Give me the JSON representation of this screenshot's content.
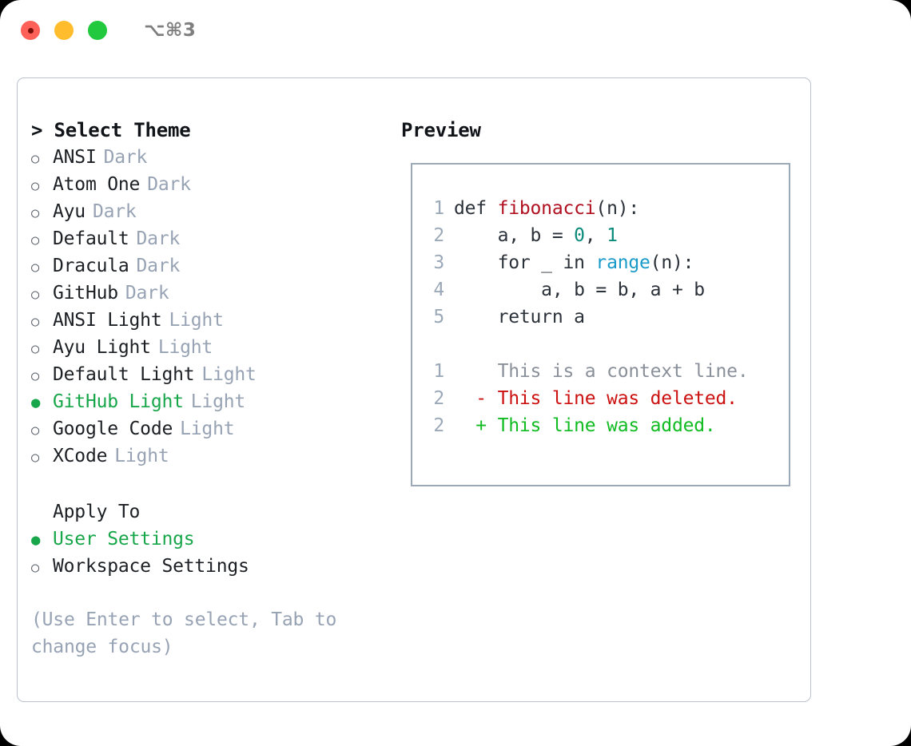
{
  "titlebar": {
    "shortcut": "⌥⌘3",
    "buttons": [
      "close",
      "minimize",
      "zoom"
    ]
  },
  "theme_list": {
    "header": "> Select Theme",
    "bullet_selected": "●",
    "bullet_unselected": "○",
    "items": [
      {
        "label": "ANSI",
        "variant": "Dark",
        "selected": false
      },
      {
        "label": "Atom One",
        "variant": "Dark",
        "selected": false
      },
      {
        "label": "Ayu",
        "variant": "Dark",
        "selected": false
      },
      {
        "label": "Default",
        "variant": "Dark",
        "selected": false
      },
      {
        "label": "Dracula",
        "variant": "Dark",
        "selected": false
      },
      {
        "label": "GitHub",
        "variant": "Dark",
        "selected": false
      },
      {
        "label": "ANSI Light",
        "variant": "Light",
        "selected": false
      },
      {
        "label": "Ayu Light",
        "variant": "Light",
        "selected": false
      },
      {
        "label": "Default Light",
        "variant": "Light",
        "selected": false
      },
      {
        "label": "GitHub Light",
        "variant": "Light",
        "selected": true
      },
      {
        "label": "Google Code",
        "variant": "Light",
        "selected": false
      },
      {
        "label": "XCode",
        "variant": "Light",
        "selected": false
      }
    ]
  },
  "apply_to": {
    "header": "Apply To",
    "options": [
      {
        "label": "User Settings",
        "selected": true
      },
      {
        "label": "Workspace Settings",
        "selected": false
      }
    ]
  },
  "hint": "(Use Enter to select, Tab to change focus)",
  "preview": {
    "title": "Preview",
    "code_lines": [
      {
        "no": "1",
        "segments": [
          {
            "text": "def ",
            "kind": "plain"
          },
          {
            "text": "fibonacci",
            "kind": "fn"
          },
          {
            "text": "(n):",
            "kind": "plain"
          }
        ]
      },
      {
        "no": "2",
        "segments": [
          {
            "text": "    a, b = ",
            "kind": "plain"
          },
          {
            "text": "0",
            "kind": "num"
          },
          {
            "text": ", ",
            "kind": "plain"
          },
          {
            "text": "1",
            "kind": "num"
          }
        ]
      },
      {
        "no": "3",
        "segments": [
          {
            "text": "    for _ in ",
            "kind": "plain"
          },
          {
            "text": "range",
            "kind": "call"
          },
          {
            "text": "(n):",
            "kind": "plain"
          }
        ]
      },
      {
        "no": "4",
        "segments": [
          {
            "text": "        a, b = b, a + b",
            "kind": "plain"
          }
        ]
      },
      {
        "no": "5",
        "segments": [
          {
            "text": "    return a",
            "kind": "plain"
          }
        ]
      }
    ],
    "diff_lines": [
      {
        "no": "1",
        "marker": "  ",
        "text": "This is a context line.",
        "kind": "context"
      },
      {
        "no": "2",
        "marker": "- ",
        "text": "This line was deleted.",
        "kind": "del"
      },
      {
        "no": "2",
        "marker": "+ ",
        "text": "This line was added.",
        "kind": "add"
      }
    ]
  },
  "colors": {
    "selected_green": "#17a64a",
    "muted_blue_gray": "#97a3b4",
    "border": "#9aa8b8",
    "function_red": "#b01020",
    "number_teal": "#0a8a7a",
    "call_blue": "#1a9ac8",
    "diff_delete": "#cc1111",
    "diff_add": "#11bb22"
  }
}
